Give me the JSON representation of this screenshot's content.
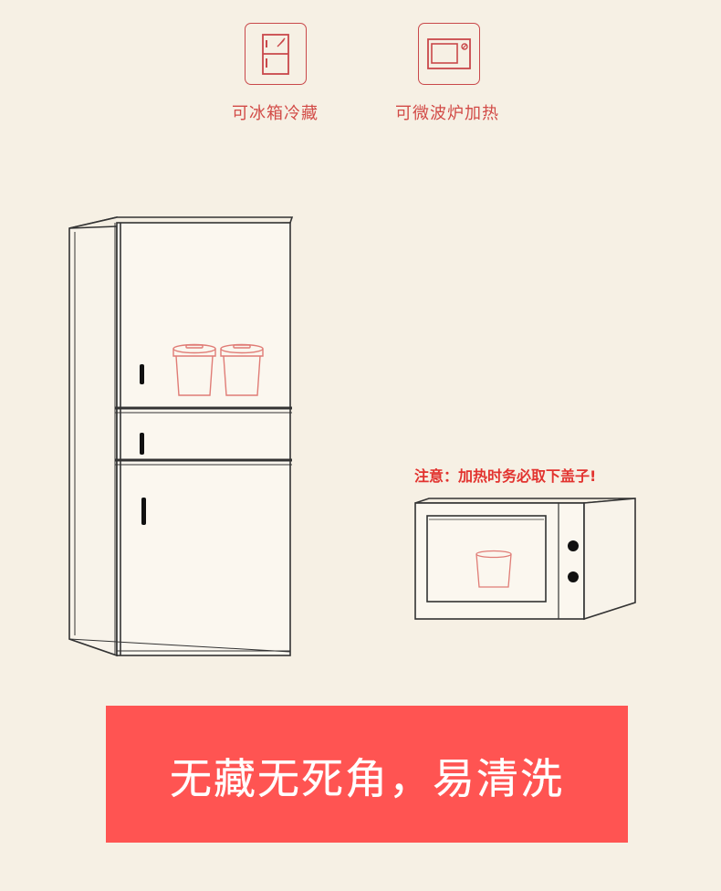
{
  "features": [
    {
      "icon": "fridge-icon",
      "label": "可冰箱冷藏"
    },
    {
      "icon": "microwave-icon",
      "label": "可微波炉加热"
    }
  ],
  "notice": "注意：加热时务必取下盖子!",
  "banner": {
    "text": "无藏无死角，易清洗"
  },
  "colors": {
    "background": "#f6f0e4",
    "accent": "#d24b47",
    "warning": "#e2332f",
    "banner": "#ff5452",
    "container": "#e07c76"
  }
}
